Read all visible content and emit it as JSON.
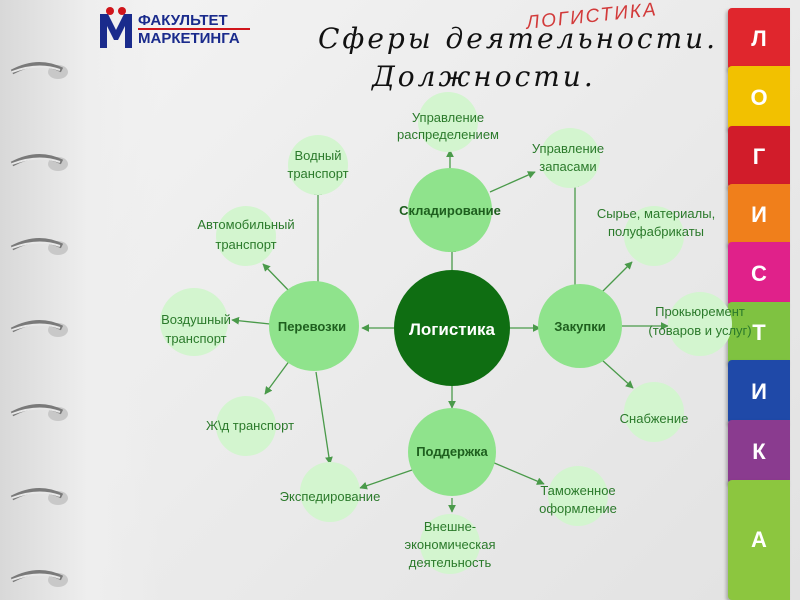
{
  "logo": {
    "line1": "ФАКУЛЬТЕТ",
    "line2": "МАРКЕТИНГА"
  },
  "watermark": "ЛОГИСТИКА",
  "title": {
    "line1": "Сферы деятельности.",
    "line2": "Должности."
  },
  "tabs": [
    "Л",
    "О",
    "Г",
    "И",
    "С",
    "Т",
    "И",
    "К",
    "А"
  ],
  "tab_colors": [
    "#e0262d",
    "#f2c100",
    "#d11c2a",
    "#f07f1b",
    "#e0218a",
    "#7fc241",
    "#1f49a8",
    "#8a3b8f",
    "#8cc63f"
  ],
  "colors": {
    "center": "#0f6e12",
    "hub": "#8fe38c",
    "leaf": "#d3f5cf",
    "arrow": "#4a9a4a"
  },
  "diagram": {
    "center": "Логистика",
    "hubs": {
      "warehousing": "Складирование",
      "transport": "Перевозки",
      "purchasing": "Закупки",
      "support": "Поддержка"
    },
    "leaves": {
      "distribution_line1": "Управление",
      "distribution_line2": "распределением",
      "inventory_line1": "Управление",
      "inventory_line2": "запасами",
      "water_line1": "Водный",
      "water_line2": "транспорт",
      "auto_line1": "Автомобильный",
      "auto_line2": "транспорт",
      "air_line1": "Воздушный",
      "air_line2": "транспорт",
      "rail": "Ж\\д транспорт",
      "forwarding": "Экспедирование",
      "raw_line1": "Сырье, материалы,",
      "raw_line2": "полуфабрикаты",
      "procurement_line1": "Прокьюремент",
      "procurement_line2": "(товаров и услуг)",
      "supply": "Снабжение",
      "customs_line1": "Таможенное",
      "customs_line2": "оформление",
      "foreign_line1": "Внешне-",
      "foreign_line2": "экономическая",
      "foreign_line3": "деятельность"
    }
  }
}
